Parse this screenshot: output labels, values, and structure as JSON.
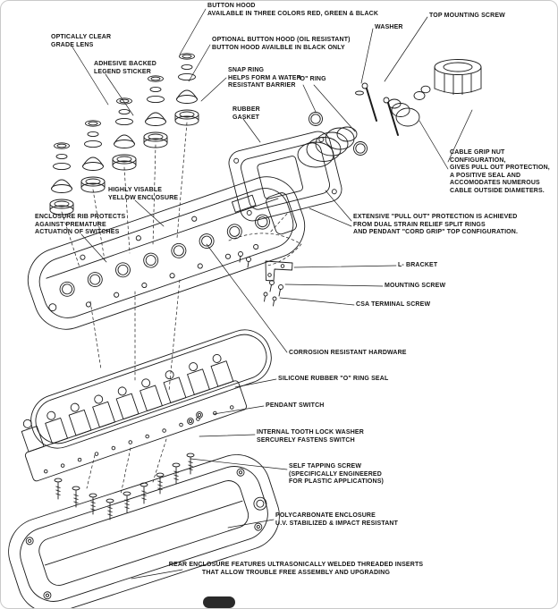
{
  "figure": {
    "kind": "exploded-view technical diagram",
    "subject": "pendant switch enclosure assembly"
  },
  "colors": {
    "ink": "#1b1b1b",
    "paper": "#ffffff"
  },
  "callouts": {
    "button_hood": "BUTTON HOOD\nAVAILABLE IN THREE COLORS RED, GREEN & BLACK",
    "top_mounting_screw": "TOP MOUNTING SCREW",
    "washer": "WASHER",
    "optically_clear": "OPTICALLY CLEAR\nGRADE LENS",
    "optional_hood": "OPTIONAL BUTTON HOOD (OIL RESISTANT)\nBUTTON HOOD AVAILBLE IN BLACK ONLY",
    "adhesive_sticker": "ADHESIVE BACKED\nLEGEND STICKER",
    "snap_ring": "SNAP RING\nHELPS FORM A WATER\nRESISTANT BARRIER",
    "o_ring": "\"O\" RING",
    "rubber_gasket": "RUBBER\nGASKET",
    "cable_grip": "CABLE GRIP NUT CONFIGURATION,\nGIVES PULL OUT PROTECTION,\nA POSITIVE SEAL AND\nACCOMODATES NUMEROUS\nCABLE OUTSIDE DIAMETERS.",
    "yellow_enclosure": "HIGHLY VISABLE\nYELLOW ENCLOSURE",
    "enclosure_rib": "ENCLOSURE RIB PROTECTS\nAGAINST PREMATURE\nACTUATION OF SWITCHES",
    "pull_out": "EXTENSIVE \"PULL OUT\" PROTECTION IS ACHIEVED\nFROM DUAL STRAIN RELIEF SPLIT RINGS\nAND PENDANT \"CORD GRIP\" TOP CONFIGURATION.",
    "l_bracket": "L- BRACKET",
    "mounting_screw": "MOUNTING SCREW",
    "csa_terminal_screw": "CSA TERMINAL SCREW",
    "corrosion_hardware": "CORROSION RESISTANT HARDWARE",
    "silicone_o_ring": "SILICONE RUBBER \"O\" RING SEAL",
    "pendant_switch": "PENDANT SWITCH",
    "lock_washer": "INTERNAL TOOTH LOCK WASHER\nSERCURELY FASTENS SWITCH",
    "self_tapping": "SELF TAPPING SCREW\n(SPECIFICALLY ENGINEERED\nFOR PLASTIC APPLICATIONS)",
    "polycarbonate": "POLYCARBONATE ENCLOSURE\nU.V. STABILIZED & IMPACT RESISTANT",
    "rear_enclosure": "REAR ENCLOSURE FEATURES ULTRASONICALLY WELDED THREADED INSERTS\nTHAT ALLOW TROUBLE FREE ASSEMBLY AND UPGRADING"
  }
}
